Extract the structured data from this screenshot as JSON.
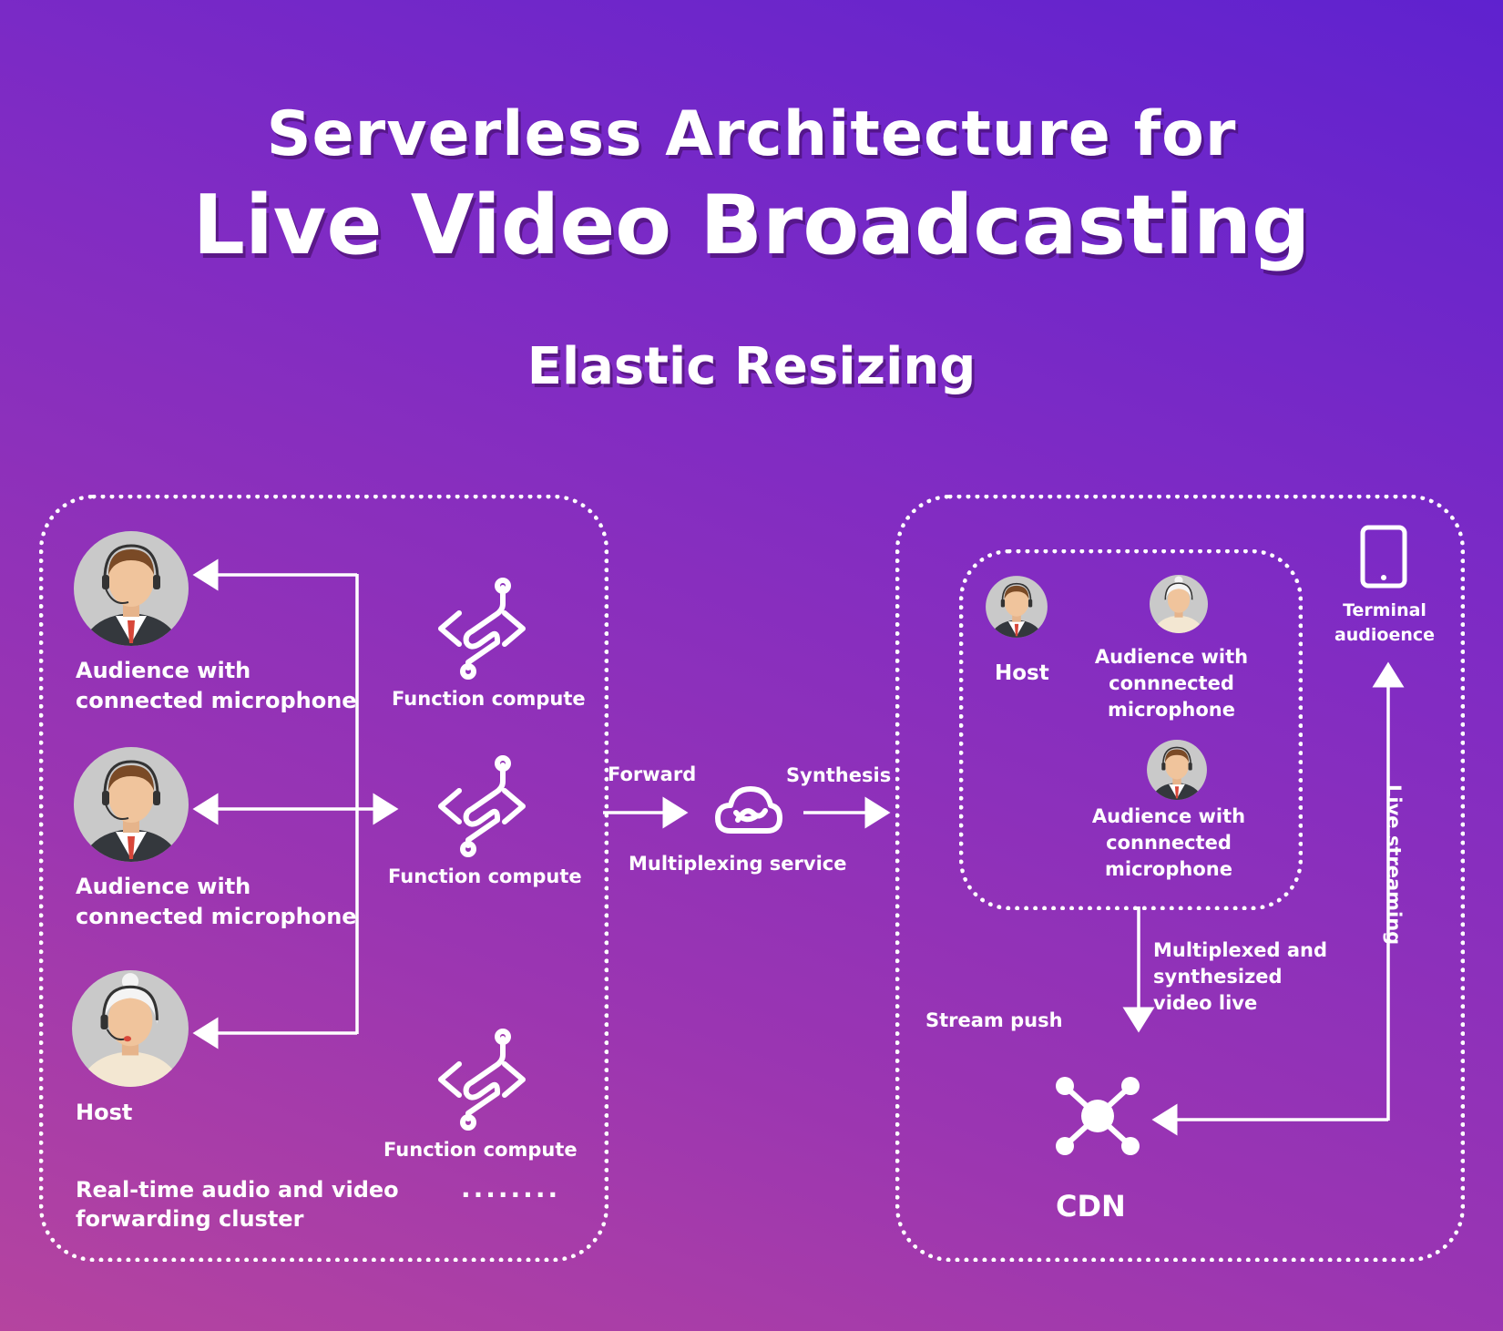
{
  "header": {
    "title_line1": "Serverless Architecture for",
    "title_line2": "Live Video Broadcasting",
    "subtitle": "Elastic Resizing"
  },
  "left_cluster": {
    "people": [
      {
        "label": "Audience with\nconnected microphone",
        "icon": "male-headset-avatar-icon"
      },
      {
        "label": "Audience with\nconnected microphone",
        "icon": "male-headset-avatar-icon"
      },
      {
        "label": "Host",
        "icon": "female-headset-avatar-icon"
      }
    ],
    "functions": [
      {
        "label": "Function compute",
        "icon": "function-compute-icon"
      },
      {
        "label": "Function compute",
        "icon": "function-compute-icon"
      },
      {
        "label": "Function compute",
        "icon": "function-compute-icon"
      }
    ],
    "ellipsis": "........",
    "caption": "Real-time audio and video\nforwarding cluster"
  },
  "middle": {
    "forward": "Forward",
    "synthesis": "Synthesis",
    "service": "Multiplexing service",
    "icon": "cloud-icon"
  },
  "right_cluster": {
    "host": "Host",
    "audience1": "Audience with\nconnnected\nmicrophone",
    "audience2": "Audience with\nconnnected\nmicrophone",
    "terminal": "Terminal\naudioence",
    "live_streaming": "Live streaming",
    "multiplexed": "Multiplexed and\nsynthesized\nvideo live",
    "stream_push": "Stream push",
    "cdn": "CDN"
  },
  "colors": {
    "accent": "#ffffff",
    "bg_top": "#5f22cf",
    "bg_bottom": "#b5449f"
  }
}
